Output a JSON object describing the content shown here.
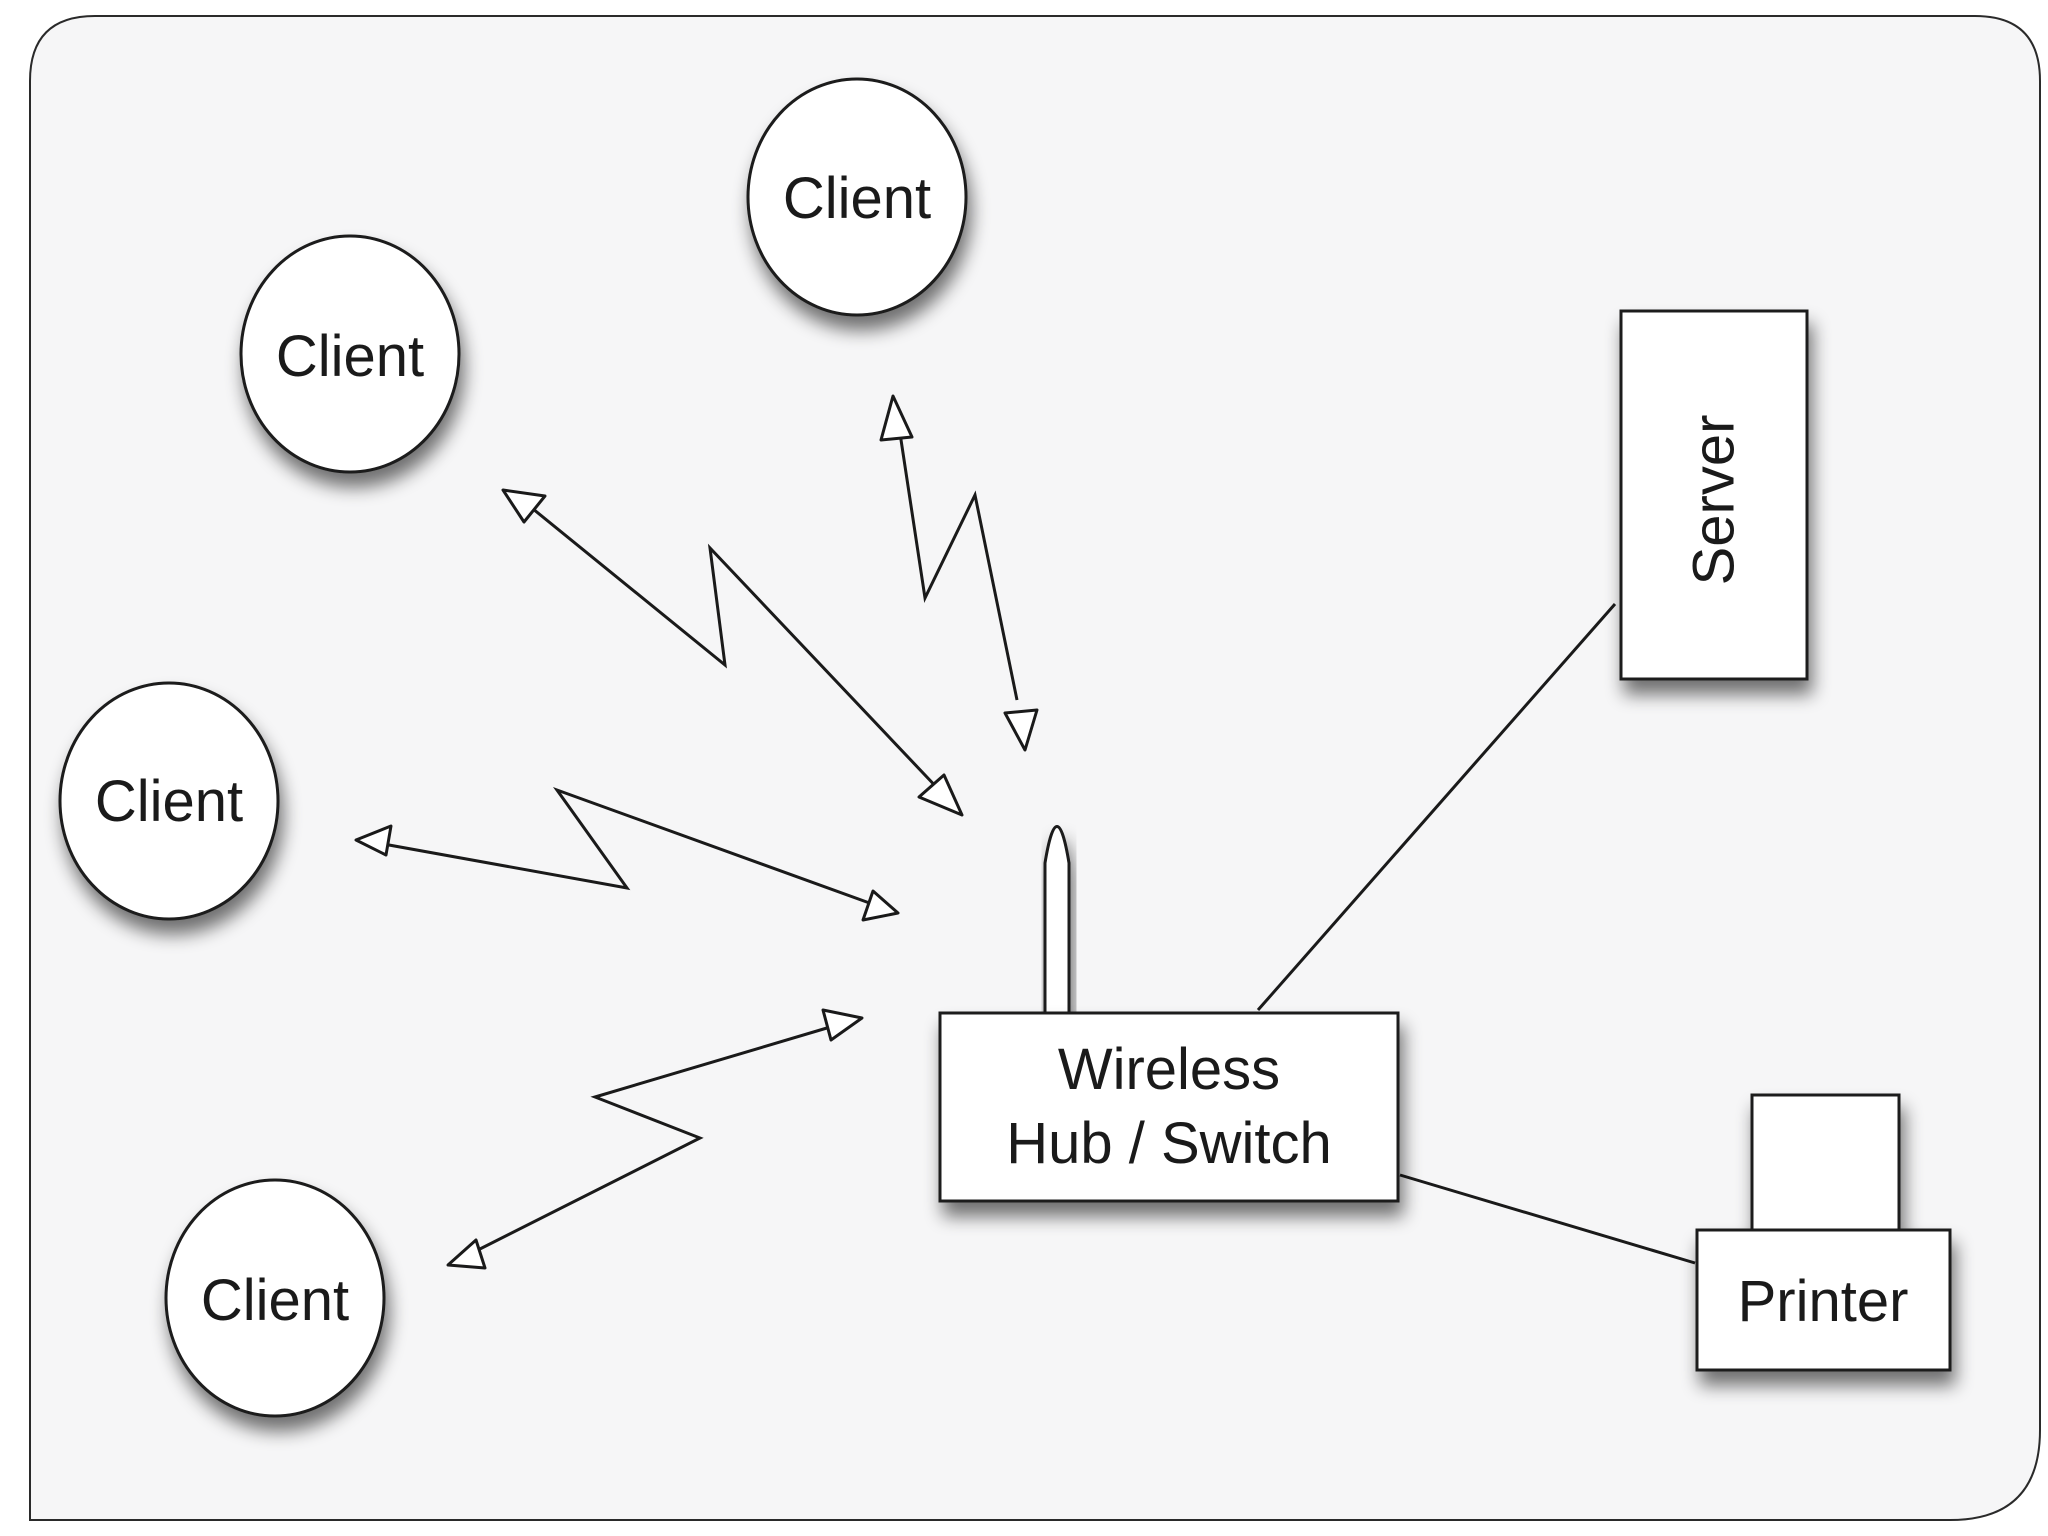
{
  "diagram": {
    "nodes": {
      "client_top": "Client",
      "client_upper_left": "Client",
      "client_mid_left": "Client",
      "client_bottom_left": "Client",
      "hub_line1": "Wireless",
      "hub_line2": "Hub / Switch",
      "server": "Server",
      "printer": "Printer"
    }
  },
  "colors": {
    "background": "#f6f6f7",
    "stroke": "#1a1a1a",
    "node_fill": "#ffffff",
    "frame": "#2a2a2a"
  }
}
